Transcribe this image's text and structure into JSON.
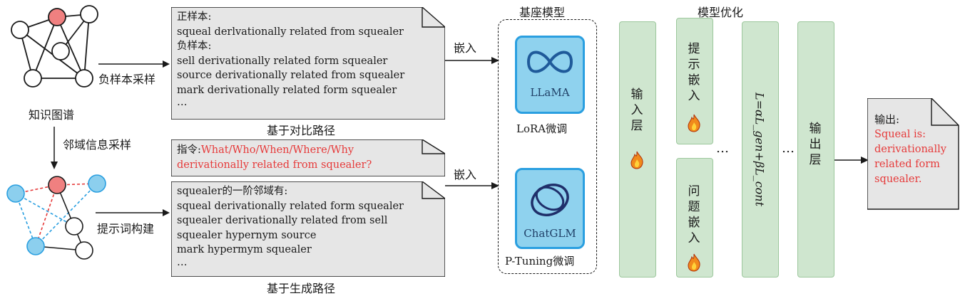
{
  "knowledge_graph": {
    "label": "知识图谱"
  },
  "edges": {
    "neg_sampling": "负样本采样",
    "neighbor_sampling": "邻域信息采样",
    "prompt_build": "提示词构建",
    "embed_top": "嵌入",
    "embed_bottom": "嵌入"
  },
  "contrast_box": {
    "lines": [
      "正样本:",
      "squeal derlvationally related from squealer",
      "负样本:",
      "sell derivationally related form squealer",
      "source derivationally related from squealer",
      "mark derivationally related form squealer",
      "…"
    ],
    "caption": "基于对比路径"
  },
  "instruction_box": {
    "prefix": "指令:",
    "line1_red": "What/Who/When/Where/Why",
    "line2_red": "derivationally related from squealer?"
  },
  "neighbor_box": {
    "lines": [
      "squealer的一阶邻域有:",
      "squeal derivationally related form squealer",
      "squealer derivationally related from sell",
      "squealer hypernym source",
      "mark hypermym squealer",
      "…"
    ],
    "caption": "基于生成路径"
  },
  "base_model": {
    "title": "基座模型",
    "llama_name": "LLaMA",
    "llama_tuning": "LoRA微调",
    "chatglm_name": "ChatGLM",
    "chatglm_tuning": "P-Tuning微调"
  },
  "optimization": {
    "title": "模型优化",
    "input_layer": "输入层",
    "prompt_embed": "提示嵌入",
    "question_embed": "问题嵌入",
    "loss_formula": "L=αL_gen+βL_cont",
    "output_layer": "输出层",
    "ellipsis": "…"
  },
  "output_doc": {
    "label": "输出:",
    "lines_red": [
      "Squeal is:",
      "derivationally",
      "related form",
      "squealer."
    ]
  },
  "colors": {
    "red_node": "#f08080",
    "blue_node": "#8ccfee",
    "green_bar": "#cfe6cf",
    "doc_fill": "#e6e6e6",
    "red_text": "#e63a3a",
    "blue_frame": "#2a9fe0"
  }
}
